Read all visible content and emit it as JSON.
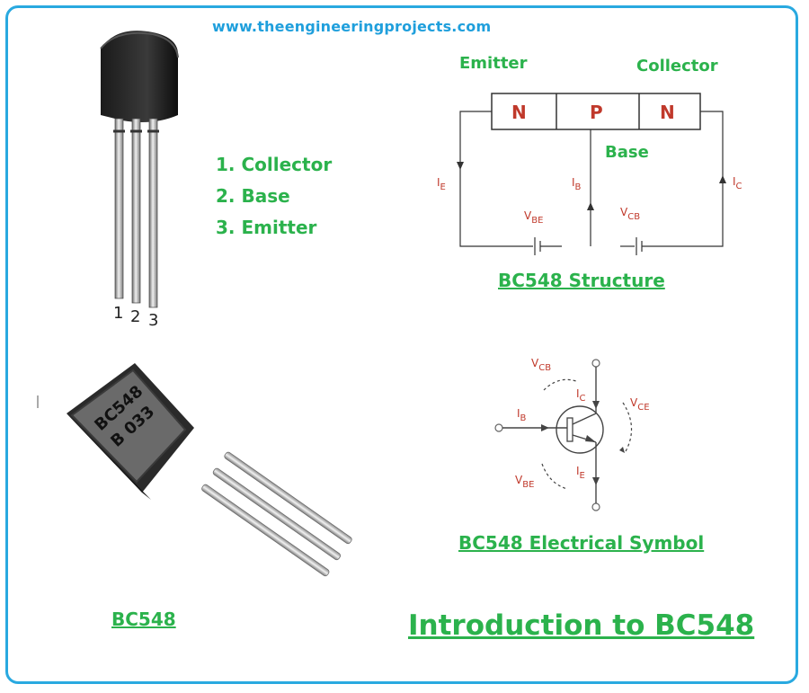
{
  "site_url": "www.theengineeringprojects.com",
  "pin_list": [
    "1. Collector",
    "2. Base",
    "3. Emitter"
  ],
  "pin_numbers": [
    "1",
    "2",
    "3"
  ],
  "package_marking": {
    "line1": "BC548",
    "line2": "B 033"
  },
  "structure": {
    "emitter_label": "Emitter",
    "collector_label": "Collector",
    "base_label": "Base",
    "regions": [
      "N",
      "P",
      "N"
    ],
    "ie": {
      "main": "I",
      "sub": "E"
    },
    "ib": {
      "main": "I",
      "sub": "B"
    },
    "ic": {
      "main": "I",
      "sub": "C"
    },
    "vbe": {
      "main": "V",
      "sub": "BE"
    },
    "vcb": {
      "main": "V",
      "sub": "CB"
    },
    "caption": "BC548 Structure"
  },
  "symbol": {
    "vcb": {
      "main": "V",
      "sub": "CB"
    },
    "ic": {
      "main": "I",
      "sub": "C"
    },
    "vce": {
      "main": "V",
      "sub": "CE"
    },
    "ib": {
      "main": "I",
      "sub": "B"
    },
    "ie": {
      "main": "I",
      "sub": "E"
    },
    "vbe": {
      "main": "V",
      "sub": "BE"
    },
    "caption": "BC548 Electrical Symbol"
  },
  "photo_caption": "BC548",
  "main_title": "Introduction to BC548",
  "colors": {
    "border": "#29a9e0",
    "url": "#1f9fdc",
    "green": "#2bb24c",
    "label_red": "#c0392b"
  }
}
